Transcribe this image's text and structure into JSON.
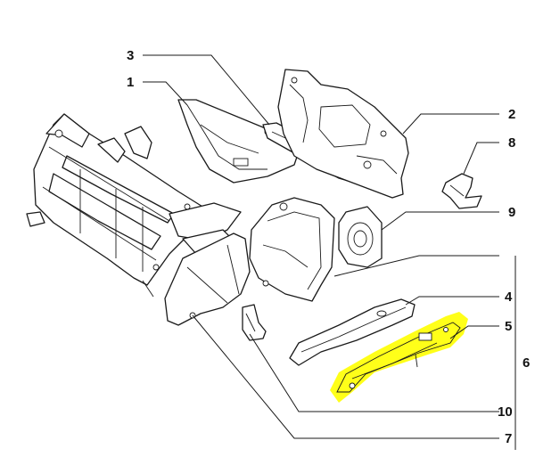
{
  "callouts": {
    "c1": "1",
    "c2": "2",
    "c3": "3",
    "c4": "4",
    "c5": "5",
    "c6": "6",
    "c7": "7",
    "c8": "8",
    "c9": "9",
    "c10": "10"
  },
  "highlight_color": "#ffff00",
  "highlighted_part": "5"
}
